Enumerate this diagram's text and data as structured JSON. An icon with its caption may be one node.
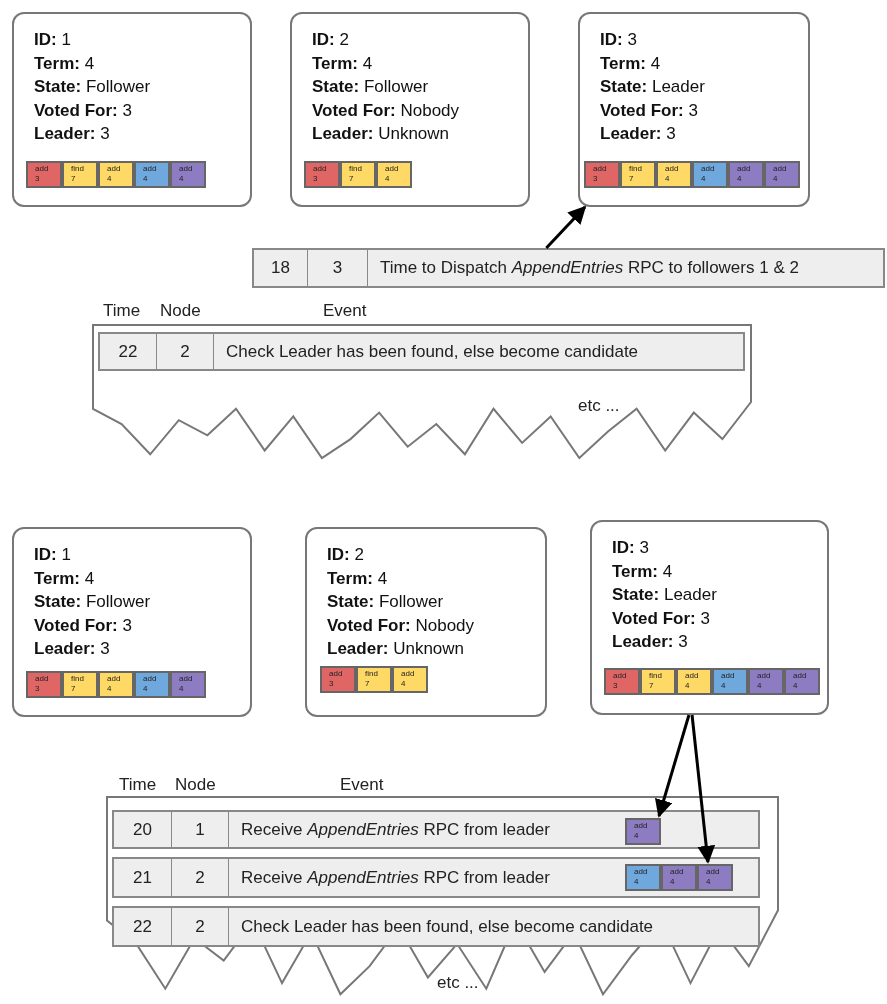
{
  "diagram": {
    "nodes": [
      {
        "text": [
          "**ID:** 1",
          "**Term:** 4",
          "**State:** Follower",
          "**Voted For:** 3",
          "**Leader:** 3"
        ]
      },
      {
        "text": [
          "add 3"
        ],
        "in": 0
      },
      {
        "text": [
          "find 7"
        ],
        "in": 0
      },
      {
        "text": [
          "add 4"
        ],
        "in": 0
      },
      {
        "text": [
          "add 4"
        ],
        "in": 0
      },
      {
        "text": [
          "add 4"
        ],
        "in": 0
      },
      {
        "text": [
          "**ID:** 2",
          "**Term:** 4",
          "**State:** Follower",
          "**Voted For:** Nobody",
          "**Leader:** Unknown"
        ]
      },
      {
        "text": [
          "add 3"
        ],
        "in": 6
      },
      {
        "text": [
          "find 7"
        ],
        "in": 6
      },
      {
        "text": [
          "add 4"
        ],
        "in": 6
      },
      {
        "text": [
          "**ID:** 3",
          "**Term:** 4",
          "**State:** Leader",
          "**Voted For:** 3",
          "**Leader:** 3"
        ]
      },
      {
        "text": [
          "add 3"
        ],
        "in": 10
      },
      {
        "text": [
          "find 7"
        ],
        "in": 10
      },
      {
        "text": [
          "add 4"
        ],
        "in": 10
      },
      {
        "text": [
          "add 4"
        ],
        "in": 10
      },
      {
        "text": [
          "add 4"
        ],
        "in": 10
      },
      {
        "text": [
          "add 4"
        ],
        "in": 10
      },
      {
        "text": [
          "18",
          "3",
          "Time to Dispatch *AppendEntries* RPC to followers 1 & 2"
        ]
      },
      {
        "text": [
          "Time",
          "Node",
          "Event",
          "etc ..."
        ]
      },
      {
        "text": [
          "22",
          "2",
          "Check Leader has been found, else become candidate"
        ],
        "in": 18
      },
      {
        "text": [
          "**ID:** 1",
          "**Term:** 4",
          "**State:** Follower",
          "**Voted For:** 3",
          "**Leader:** 3"
        ]
      },
      {
        "text": [
          "add 3"
        ],
        "in": 20
      },
      {
        "text": [
          "find 7"
        ],
        "in": 20
      },
      {
        "text": [
          "add 4"
        ],
        "in": 20
      },
      {
        "text": [
          "add 4"
        ],
        "in": 20
      },
      {
        "text": [
          "add 4"
        ],
        "in": 20
      },
      {
        "text": [
          "**ID:** 2",
          "**Term:** 4",
          "**State:** Follower",
          "**Voted For:** Nobody",
          "**Leader:** Unknown"
        ]
      },
      {
        "text": [
          "add 3"
        ],
        "in": 26
      },
      {
        "text": [
          "find 7"
        ],
        "in": 26
      },
      {
        "text": [
          "add 4"
        ],
        "in": 26
      },
      {
        "text": [
          "**ID:** 3",
          "**Term:** 4",
          "**State:** Leader",
          "**Voted For:** 3",
          "**Leader:** 3"
        ]
      },
      {
        "text": [
          "add 3"
        ],
        "in": 30
      },
      {
        "text": [
          "find 7"
        ],
        "in": 30
      },
      {
        "text": [
          "add 4"
        ],
        "in": 30
      },
      {
        "text": [
          "add 4"
        ],
        "in": 30
      },
      {
        "text": [
          "add 4"
        ],
        "in": 30
      },
      {
        "text": [
          "add 4"
        ],
        "in": 30
      },
      {
        "text": [
          "Time",
          "Node",
          "Event",
          "etc ..."
        ]
      },
      {
        "text": [
          "20",
          "1",
          "Receive *AppendEntries* RPC from leader"
        ],
        "in": 37
      },
      {
        "text": [
          "add 4"
        ],
        "in": 38
      },
      {
        "text": [
          "21",
          "2",
          "Receive *AppendEntries* RPC from leader"
        ],
        "in": 37
      },
      {
        "text": [
          "add 4"
        ],
        "in": 40
      },
      {
        "text": [
          "add 4"
        ],
        "in": 40
      },
      {
        "text": [
          "add 4"
        ],
        "in": 40
      },
      {
        "text": [
          "22",
          "2",
          "Check Leader has been found, else become candidate"
        ],
        "in": 37
      }
    ],
    "edges": [
      {
        "from": 17,
        "to": 10,
        "arrow": "to"
      },
      {
        "from": 30,
        "to": 39,
        "arrow": "to"
      },
      {
        "from": 30,
        "to": 43,
        "arrow": "to"
      }
    ]
  }
}
